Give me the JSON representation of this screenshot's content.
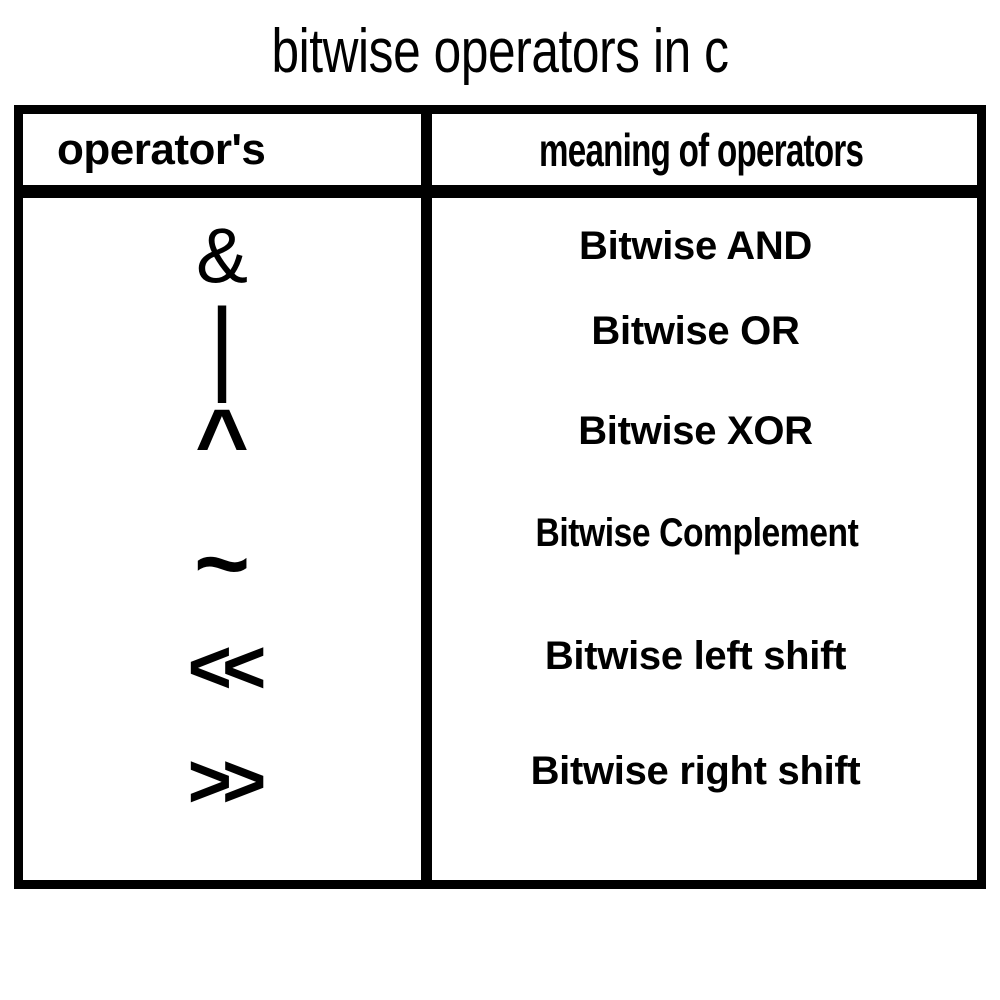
{
  "title": "bitwise operators in c",
  "table": {
    "headers": {
      "operators": "operator's",
      "meaning": "meaning of operators"
    },
    "rows": [
      {
        "operator": "&",
        "meaning": "Bitwise AND"
      },
      {
        "operator": "|",
        "meaning": "Bitwise OR"
      },
      {
        "operator": "^",
        "meaning": "Bitwise XOR"
      },
      {
        "operator": "~",
        "meaning": "Bitwise Complement"
      },
      {
        "operator": "<<",
        "meaning": "Bitwise left shift"
      },
      {
        "operator": ">>",
        "meaning": "Bitwise right shift"
      }
    ]
  },
  "colors": {
    "background": "#ffffff",
    "ink": "#000000",
    "border": "#000000"
  }
}
